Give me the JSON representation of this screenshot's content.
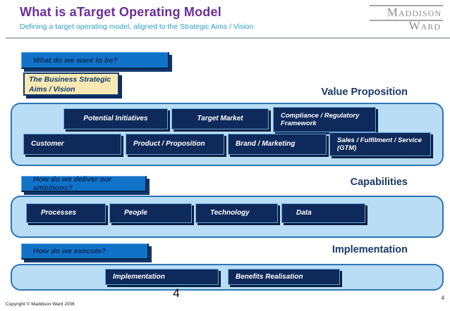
{
  "slide": {
    "title": "What is aTarget Operating Model",
    "subtitle": "Defining a target operating model, aligned to the Strategic Aims / Vision",
    "logo": {
      "word1": "Maddison",
      "word2": "Ward"
    },
    "strategic_box": "The  Business Strategic Aims / Vision",
    "sections": [
      {
        "question": "What do we want to be?",
        "heading": "Value Proposition",
        "boxes_row1": [
          "Potential Initiatives",
          "Target Market",
          "Compliance / Regulatory Framework"
        ],
        "boxes_row2": [
          "Customer",
          "Product / Proposition",
          "Brand / Marketing",
          "Sales / Fulfilment / Service (GTM)"
        ]
      },
      {
        "question": "How do we deliver our ambitions?",
        "heading": "Capabilities",
        "boxes_row1": [
          "Processes",
          "People",
          "Technology",
          "Data"
        ]
      },
      {
        "question": "How do we execute?",
        "heading": "Implementation",
        "boxes_row1": [
          "Implementation",
          "Benefits Realisation"
        ]
      }
    ],
    "footer": {
      "copyright": "Copyright © Maddison Ward 2006",
      "page_number": "4",
      "page_number_small": "4"
    },
    "colors": {
      "title": "#6B2C9E",
      "subtitle": "#2E9EC6",
      "question_box": "#1173C8",
      "model_box": "#0E2A5A",
      "container_fill": "#B9DDF5",
      "container_border": "#2E75B6",
      "strategic_box": "#F8E9B4",
      "heading": "#1B3A66",
      "shadow": "#0D2B57",
      "logo_gray": "#8D8D8D"
    }
  }
}
